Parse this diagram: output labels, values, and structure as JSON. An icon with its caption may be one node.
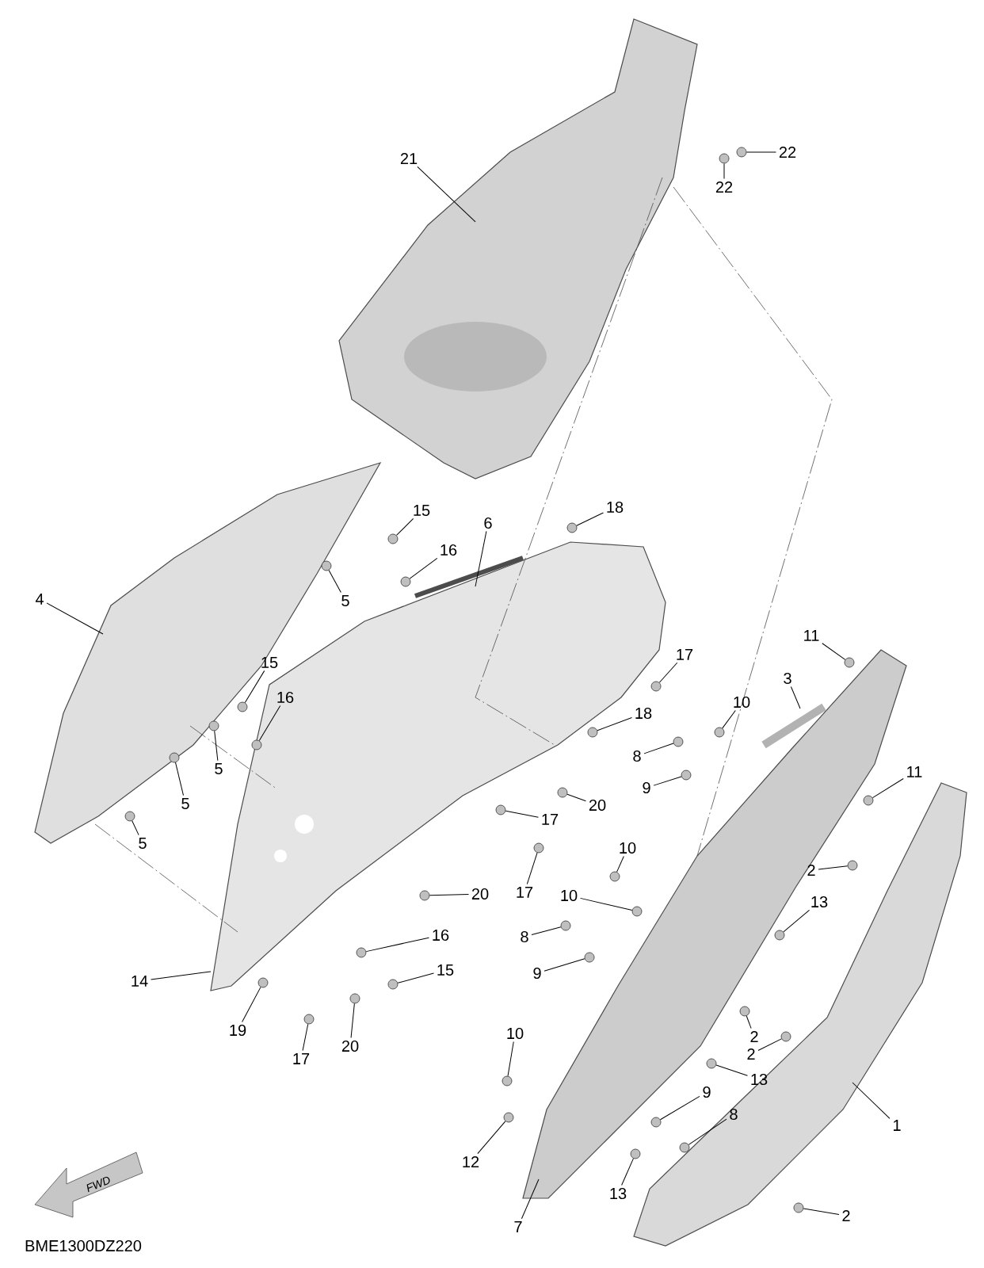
{
  "diagram": {
    "nodes": [
      {
        "text": [
          "21"
        ]
      },
      {
        "text": [
          "22"
        ]
      },
      {
        "text": [
          "22"
        ]
      },
      {
        "text": [
          "4"
        ]
      },
      {
        "text": [
          "15"
        ]
      },
      {
        "text": [
          "16"
        ]
      },
      {
        "text": [
          "6"
        ]
      },
      {
        "text": [
          "18"
        ]
      },
      {
        "text": [
          "5"
        ]
      },
      {
        "text": [
          "15"
        ]
      },
      {
        "text": [
          "16"
        ]
      },
      {
        "text": [
          "5"
        ]
      },
      {
        "text": [
          "5"
        ]
      },
      {
        "text": [
          "5"
        ]
      },
      {
        "text": [
          "17"
        ]
      },
      {
        "text": [
          "18"
        ]
      },
      {
        "text": [
          "20"
        ]
      },
      {
        "text": [
          "17"
        ]
      },
      {
        "text": [
          "17"
        ]
      },
      {
        "text": [
          "20"
        ]
      },
      {
        "text": [
          "10"
        ]
      },
      {
        "text": [
          "3"
        ]
      },
      {
        "text": [
          "8"
        ]
      },
      {
        "text": [
          "9"
        ]
      },
      {
        "text": [
          "11"
        ]
      },
      {
        "text": [
          "11"
        ]
      },
      {
        "text": [
          "2"
        ]
      },
      {
        "text": [
          "10"
        ]
      },
      {
        "text": [
          "10"
        ]
      },
      {
        "text": [
          "8"
        ]
      },
      {
        "text": [
          "9"
        ]
      },
      {
        "text": [
          "13"
        ]
      },
      {
        "text": [
          "16"
        ]
      },
      {
        "text": [
          "15"
        ]
      },
      {
        "text": [
          "14"
        ]
      },
      {
        "text": [
          "19"
        ]
      },
      {
        "text": [
          "17"
        ]
      },
      {
        "text": [
          "20"
        ]
      },
      {
        "text": [
          "2"
        ]
      },
      {
        "text": [
          "2"
        ]
      },
      {
        "text": [
          "13"
        ]
      },
      {
        "text": [
          "10"
        ]
      },
      {
        "text": [
          "9"
        ]
      },
      {
        "text": [
          "12"
        ]
      },
      {
        "text": [
          "8"
        ]
      },
      {
        "text": [
          "13"
        ]
      },
      {
        "text": [
          "1"
        ]
      },
      {
        "text": [
          "7"
        ]
      },
      {
        "text": [
          "2"
        ]
      },
      {
        "text": [],
        "shape": "circle"
      },
      {
        "text": [],
        "shape": "circle"
      },
      {
        "text": [],
        "shape": "circle"
      },
      {
        "text": [],
        "shape": "circle"
      },
      {
        "text": [],
        "shape": "circle"
      },
      {
        "text": [],
        "shape": "circle"
      },
      {
        "text": [],
        "shape": "circle"
      },
      {
        "text": [],
        "shape": "circle"
      },
      {
        "text": [],
        "shape": "circle"
      },
      {
        "text": [],
        "shape": "circle"
      },
      {
        "text": [],
        "shape": "circle"
      },
      {
        "text": [],
        "shape": "circle"
      },
      {
        "text": [],
        "shape": "circle"
      },
      {
        "text": [],
        "shape": "circle"
      },
      {
        "text": [],
        "shape": "circle"
      },
      {
        "text": [],
        "shape": "circle"
      },
      {
        "text": [],
        "shape": "circle"
      },
      {
        "text": [],
        "shape": "circle"
      },
      {
        "text": [],
        "shape": "circle"
      },
      {
        "text": [],
        "shape": "circle"
      },
      {
        "text": [],
        "shape": "circle"
      },
      {
        "text": [],
        "shape": "circle"
      },
      {
        "text": [],
        "shape": "circle"
      },
      {
        "text": [],
        "shape": "circle"
      },
      {
        "text": [],
        "shape": "circle"
      },
      {
        "text": [],
        "shape": "circle"
      },
      {
        "text": [],
        "shape": "circle"
      },
      {
        "text": [],
        "shape": "circle"
      },
      {
        "text": [],
        "shape": "circle"
      },
      {
        "text": [],
        "shape": "circle"
      },
      {
        "text": [],
        "shape": "circle"
      },
      {
        "text": [],
        "shape": "circle"
      },
      {
        "text": [],
        "shape": "circle"
      },
      {
        "text": [],
        "shape": "circle"
      },
      {
        "text": [],
        "shape": "circle"
      },
      {
        "text": [],
        "shape": "circle"
      },
      {
        "text": [],
        "shape": "circle"
      },
      {
        "text": [],
        "shape": "circle"
      },
      {
        "text": [],
        "shape": "circle"
      },
      {
        "text": [],
        "shape": "circle"
      },
      {
        "text": [],
        "shape": "circle"
      },
      {
        "text": [],
        "shape": "circle"
      }
    ],
    "edges": [
      {
        "from": 0,
        "to": null,
        "arrow": "none"
      },
      {
        "from": 1,
        "to": 49,
        "arrow": "none"
      },
      {
        "from": 2,
        "to": 50,
        "arrow": "none"
      },
      {
        "from": 3,
        "to": null,
        "arrow": "none"
      },
      {
        "from": 4,
        "to": 51,
        "arrow": "none"
      },
      {
        "from": 5,
        "to": 52,
        "arrow": "none"
      },
      {
        "from": 6,
        "to": null,
        "arrow": "none"
      },
      {
        "from": 7,
        "to": 53,
        "arrow": "none"
      },
      {
        "from": 8,
        "to": 54,
        "arrow": "none"
      },
      {
        "from": 9,
        "to": 55,
        "arrow": "none"
      },
      {
        "from": 10,
        "to": 56,
        "arrow": "none"
      },
      {
        "from": 11,
        "to": 57,
        "arrow": "none"
      },
      {
        "from": 12,
        "to": 58,
        "arrow": "none"
      },
      {
        "from": 13,
        "to": 59,
        "arrow": "none"
      },
      {
        "from": 14,
        "to": 60,
        "arrow": "none"
      },
      {
        "from": 15,
        "to": 61,
        "arrow": "none"
      },
      {
        "from": 16,
        "to": 62,
        "arrow": "none"
      },
      {
        "from": 17,
        "to": 63,
        "arrow": "none"
      },
      {
        "from": 18,
        "to": 64,
        "arrow": "none"
      },
      {
        "from": 19,
        "to": 65,
        "arrow": "none"
      },
      {
        "from": 20,
        "to": 66,
        "arrow": "none"
      },
      {
        "from": 21,
        "to": null,
        "arrow": "none"
      },
      {
        "from": 22,
        "to": 67,
        "arrow": "none"
      },
      {
        "from": 23,
        "to": 68,
        "arrow": "none"
      },
      {
        "from": 24,
        "to": 69,
        "arrow": "none"
      },
      {
        "from": 25,
        "to": 70,
        "arrow": "none"
      },
      {
        "from": 26,
        "to": 71,
        "arrow": "none"
      },
      {
        "from": 27,
        "to": 72,
        "arrow": "none"
      },
      {
        "from": 28,
        "to": 73,
        "arrow": "none"
      },
      {
        "from": 29,
        "to": 74,
        "arrow": "none"
      },
      {
        "from": 30,
        "to": 75,
        "arrow": "none"
      },
      {
        "from": 31,
        "to": 76,
        "arrow": "none"
      },
      {
        "from": 32,
        "to": 77,
        "arrow": "none"
      },
      {
        "from": 33,
        "to": 78,
        "arrow": "none"
      },
      {
        "from": 34,
        "to": null,
        "arrow": "none"
      },
      {
        "from": 35,
        "to": 79,
        "arrow": "none"
      },
      {
        "from": 36,
        "to": 80,
        "arrow": "none"
      },
      {
        "from": 37,
        "to": 81,
        "arrow": "none"
      },
      {
        "from": 38,
        "to": 82,
        "arrow": "none"
      },
      {
        "from": 39,
        "to": 83,
        "arrow": "none"
      },
      {
        "from": 40,
        "to": 84,
        "arrow": "none"
      },
      {
        "from": 41,
        "to": 85,
        "arrow": "none"
      },
      {
        "from": 42,
        "to": 86,
        "arrow": "none"
      },
      {
        "from": 43,
        "to": 87,
        "arrow": "none"
      },
      {
        "from": 44,
        "to": 88,
        "arrow": "none"
      },
      {
        "from": 45,
        "to": 89,
        "arrow": "none"
      },
      {
        "from": 46,
        "to": null,
        "arrow": "none"
      },
      {
        "from": 47,
        "to": null,
        "arrow": "none"
      },
      {
        "from": 48,
        "to": 90,
        "arrow": "none"
      }
    ],
    "labels": [
      "FWD",
      "BME1300DZ220"
    ]
  }
}
